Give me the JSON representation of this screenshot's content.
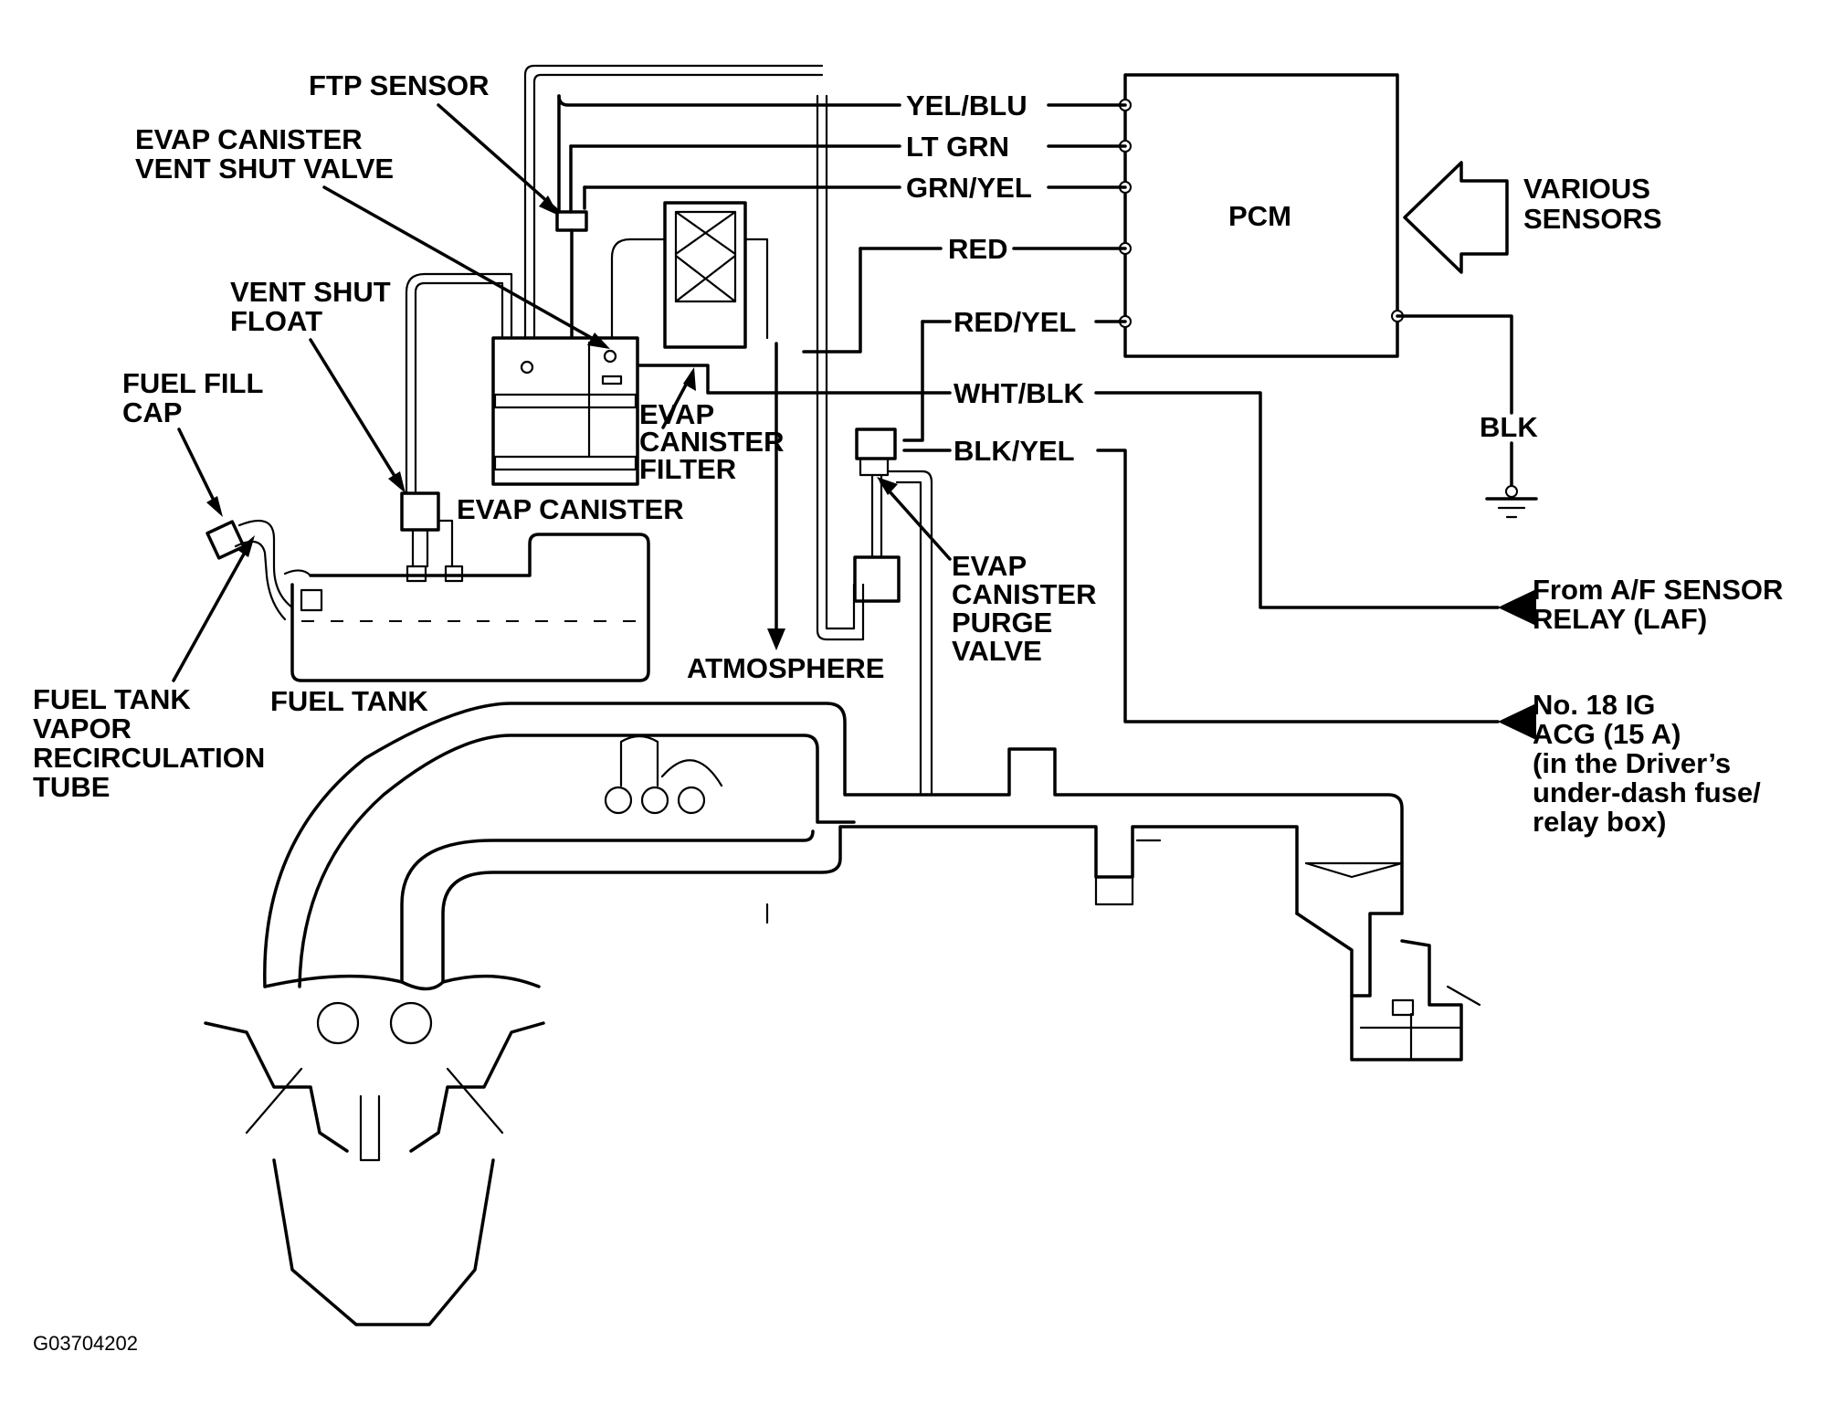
{
  "labels": {
    "ftp_sensor": "FTP SENSOR",
    "vent_shut_valve_1": "EVAP CANISTER",
    "vent_shut_valve_2": "VENT SHUT VALVE",
    "vent_float_1": "VENT SHUT",
    "vent_float_2": "FLOAT",
    "fill_cap_1": "FUEL FILL",
    "fill_cap_2": "CAP",
    "canister_filter_1": "EVAP",
    "canister_filter_2": "CANISTER",
    "canister_filter_3": "FILTER",
    "canister": "EVAP CANISTER",
    "recirc_1": "FUEL TANK",
    "recirc_2": "VAPOR",
    "recirc_3": "RECIRCULATION",
    "recirc_4": "TUBE",
    "fuel_tank": "FUEL TANK",
    "atmosphere": "ATMOSPHERE",
    "purge_valve_1": "EVAP",
    "purge_valve_2": "CANISTER",
    "purge_valve_3": "PURGE",
    "purge_valve_4": "VALVE",
    "pcm": "PCM",
    "various_sensors_1": "VARIOUS",
    "various_sensors_2": "SENSORS",
    "ground_wire": "BLK",
    "laf_relay_1": "From A/F SENSOR",
    "laf_relay_2": "RELAY (LAF)",
    "fuse_1": "No. 18 IG",
    "fuse_2": "ACG (15 A)",
    "fuse_3": "(in the Driver’s",
    "fuse_4": "under-dash fuse/",
    "fuse_5": "relay box)",
    "figure_id": "G03704202"
  },
  "wires": {
    "yel_blu": "YEL/BLU",
    "lt_grn": "LT GRN",
    "grn_yel": "GRN/YEL",
    "red": "RED",
    "red_yel": "RED/YEL",
    "wht_blk": "WHT/BLK",
    "blk_yel": "BLK/YEL"
  }
}
